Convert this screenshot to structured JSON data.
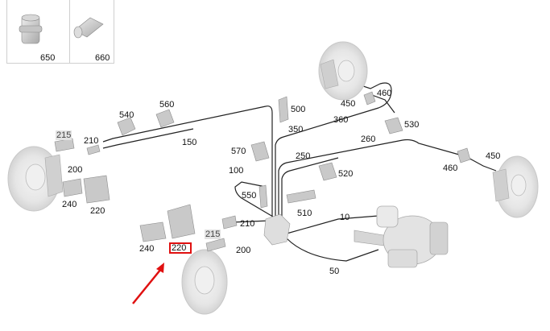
{
  "inset": {
    "part_650": "650",
    "part_660": "660"
  },
  "labels": {
    "p10": "10",
    "p50": "50",
    "p100": "100",
    "p150": "150",
    "p200_left": "200",
    "p200_center": "200",
    "p210_left": "210",
    "p210_center": "210",
    "p215_left": "215",
    "p215_center": "215",
    "p220_left": "220",
    "p220_center": "220",
    "p240_left": "240",
    "p240_center": "240",
    "p250": "250",
    "p260": "260",
    "p350": "350",
    "p360": "360",
    "p450_top": "450",
    "p450_right": "450",
    "p460_top": "460",
    "p460_right": "460",
    "p500": "500",
    "p510": "510",
    "p520": "520",
    "p530": "530",
    "p540": "540",
    "p550": "550",
    "p560": "560",
    "p570": "570"
  },
  "colors": {
    "highlight": "#e01010",
    "arrow": "#e01010",
    "line": "#222222",
    "part_grey": "#b9b9b9"
  },
  "highlighted_part": "220"
}
